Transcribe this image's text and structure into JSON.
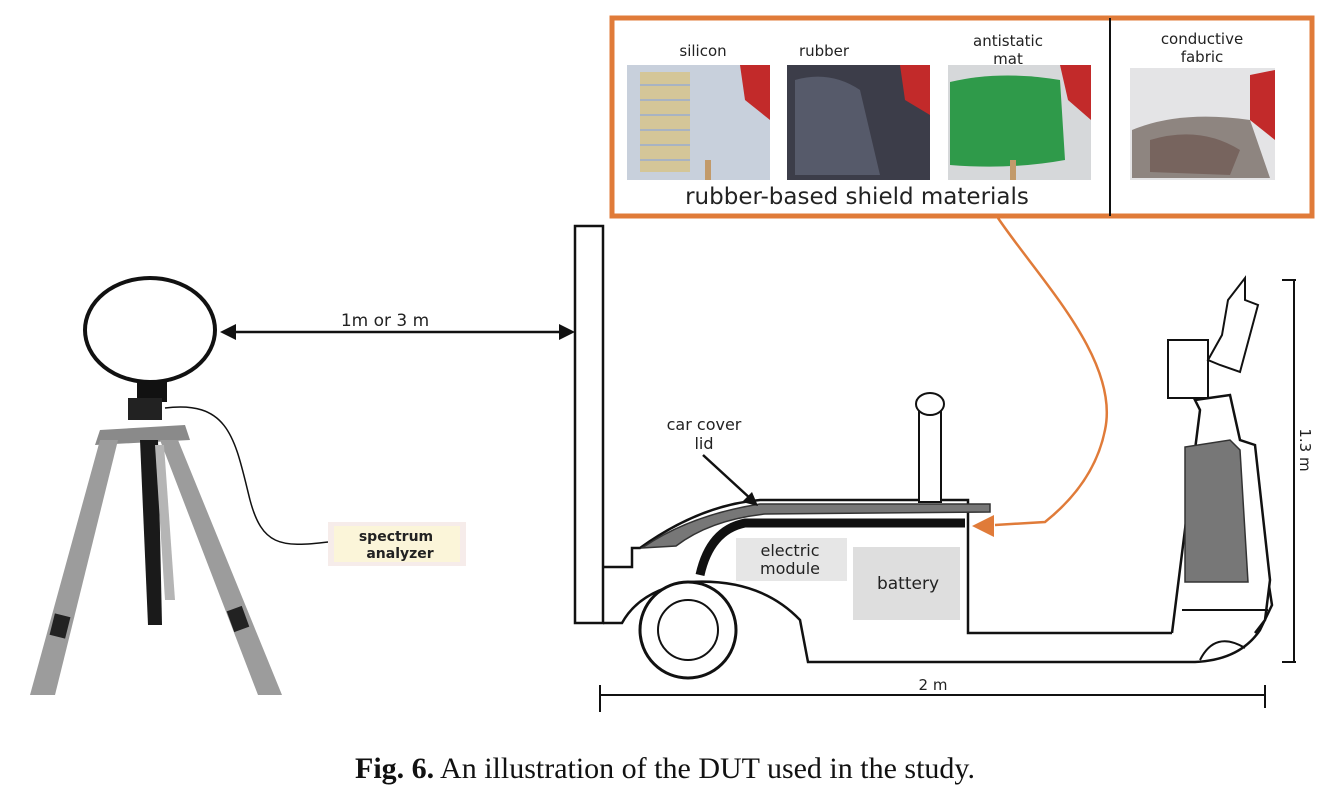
{
  "figure": {
    "caption_label": "Fig. 6.",
    "caption_text": "An illustration of the DUT used in the study."
  },
  "materials_panel": {
    "group_label": "rubber-based shield materials",
    "items": [
      {
        "name_line1": "silicon",
        "name_line2": "",
        "photo_tone": "#b9c2cf"
      },
      {
        "name_line1": "rubber",
        "name_line2": "",
        "photo_tone": "#3c3d49"
      },
      {
        "name_line1": "antistatic",
        "name_line2": "mat",
        "photo_tone": "#2f9a4a"
      },
      {
        "name_line1": "conductive",
        "name_line2": "fabric",
        "photo_tone": "#8e8580"
      }
    ],
    "border_color": "#e07b39"
  },
  "measurement": {
    "distance_label": "1m or 3 m",
    "instrument_label_line1": "spectrum",
    "instrument_label_line2": "analyzer"
  },
  "vehicle": {
    "cover_label_line1": "car cover",
    "cover_label_line2": "lid",
    "module_label_line1": "electric",
    "module_label_line2": "module",
    "battery_label": "battery",
    "length_label": "2 m",
    "height_label": "1.3 m"
  }
}
